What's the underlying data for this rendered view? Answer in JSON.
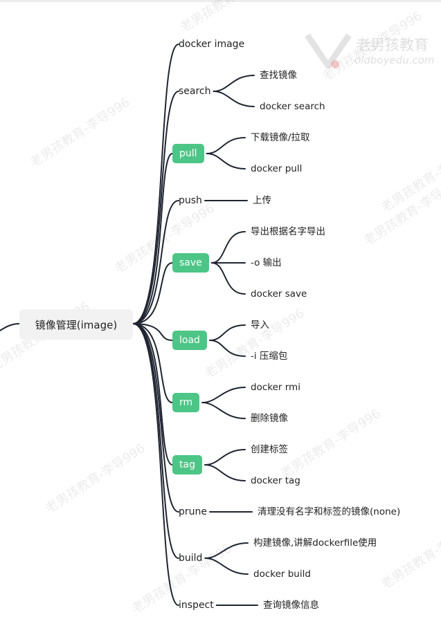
{
  "root": {
    "label": "镜像管理(image)"
  },
  "branches": [
    {
      "label": "docker image",
      "highlight": false,
      "children": []
    },
    {
      "label": "search",
      "highlight": false,
      "children": [
        "查找镜像",
        "docker search"
      ]
    },
    {
      "label": "pull",
      "highlight": true,
      "children": [
        "下载镜像/拉取",
        "docker pull"
      ]
    },
    {
      "label": "push",
      "highlight": false,
      "children": [
        "上传"
      ]
    },
    {
      "label": "save",
      "highlight": true,
      "children": [
        "导出根据名字导出",
        "-o  输出",
        "docker save"
      ]
    },
    {
      "label": "load",
      "highlight": true,
      "children": [
        "导入",
        "-i 压缩包"
      ]
    },
    {
      "label": "rm",
      "highlight": true,
      "children": [
        "docker rmi",
        "删除镜像"
      ]
    },
    {
      "label": "tag",
      "highlight": true,
      "children": [
        "创建标签",
        "docker tag"
      ]
    },
    {
      "label": "prune",
      "highlight": false,
      "children": [
        "清理没有名字和标签的镜像(none)"
      ]
    },
    {
      "label": "build",
      "highlight": false,
      "children": [
        "构建镜像,讲解dockerfile使用",
        "docker build"
      ]
    },
    {
      "label": "inspect",
      "highlight": false,
      "children": [
        "查询镜像信息"
      ]
    }
  ],
  "watermark": {
    "text": "老男孩教育-李导996",
    "brand_name": "老男孩教育",
    "brand_url": "oldboyedu.com"
  },
  "colors": {
    "highlight": "#4cc586",
    "edge": "#1f2430",
    "root_bg": "#f2f2f2"
  }
}
